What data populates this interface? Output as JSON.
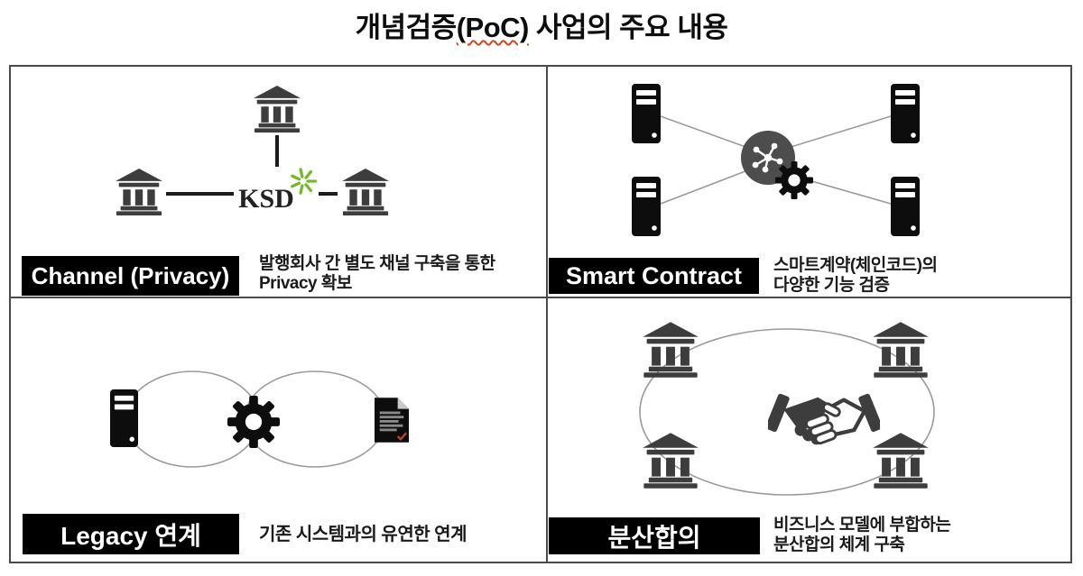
{
  "title": {
    "prefix": "개념검증",
    "poc": "(PoC)",
    "suffix": " 사업의 주요 내용"
  },
  "panels": [
    {
      "id": "channel-privacy",
      "label": "Channel (Privacy)",
      "desc_lines": [
        "발행회사 간 별도 채널 구축을 통한",
        "Privacy 확보"
      ],
      "hub_label": "KSD"
    },
    {
      "id": "smart-contract",
      "label": "Smart Contract",
      "desc_lines": [
        "스마트계약(체인코드)의",
        "다양한 기능 검증"
      ]
    },
    {
      "id": "legacy-link",
      "label": "Legacy 연계",
      "desc_lines": [
        "기존 시스템과의 유연한 연계"
      ]
    },
    {
      "id": "distributed-consensus",
      "label": "분산합의",
      "desc_lines": [
        "비즈니스 모델에 부합하는",
        "분산합의 체계 구축"
      ]
    }
  ],
  "icons": {
    "bank": "bank-building-icon",
    "server": "server-tower-icon",
    "network": "chaincode-network-icon",
    "gear": "gear-icon",
    "document": "document-check-icon",
    "handshake": "handshake-icon",
    "sparkle": "ksd-green-sparkle-icon"
  },
  "colors": {
    "icon_dark": "#3d3d3d",
    "icon_black": "#0d0d0d",
    "circle_gray": "#4d4d4d",
    "connector_gray": "#9a9a9a",
    "accent_green": "#76b82a",
    "check_red": "#c0452a",
    "frame_gray": "#4a4a4a",
    "label_bg": "#000000",
    "label_fg": "#ffffff",
    "title_underline_red": "#d2451e"
  }
}
